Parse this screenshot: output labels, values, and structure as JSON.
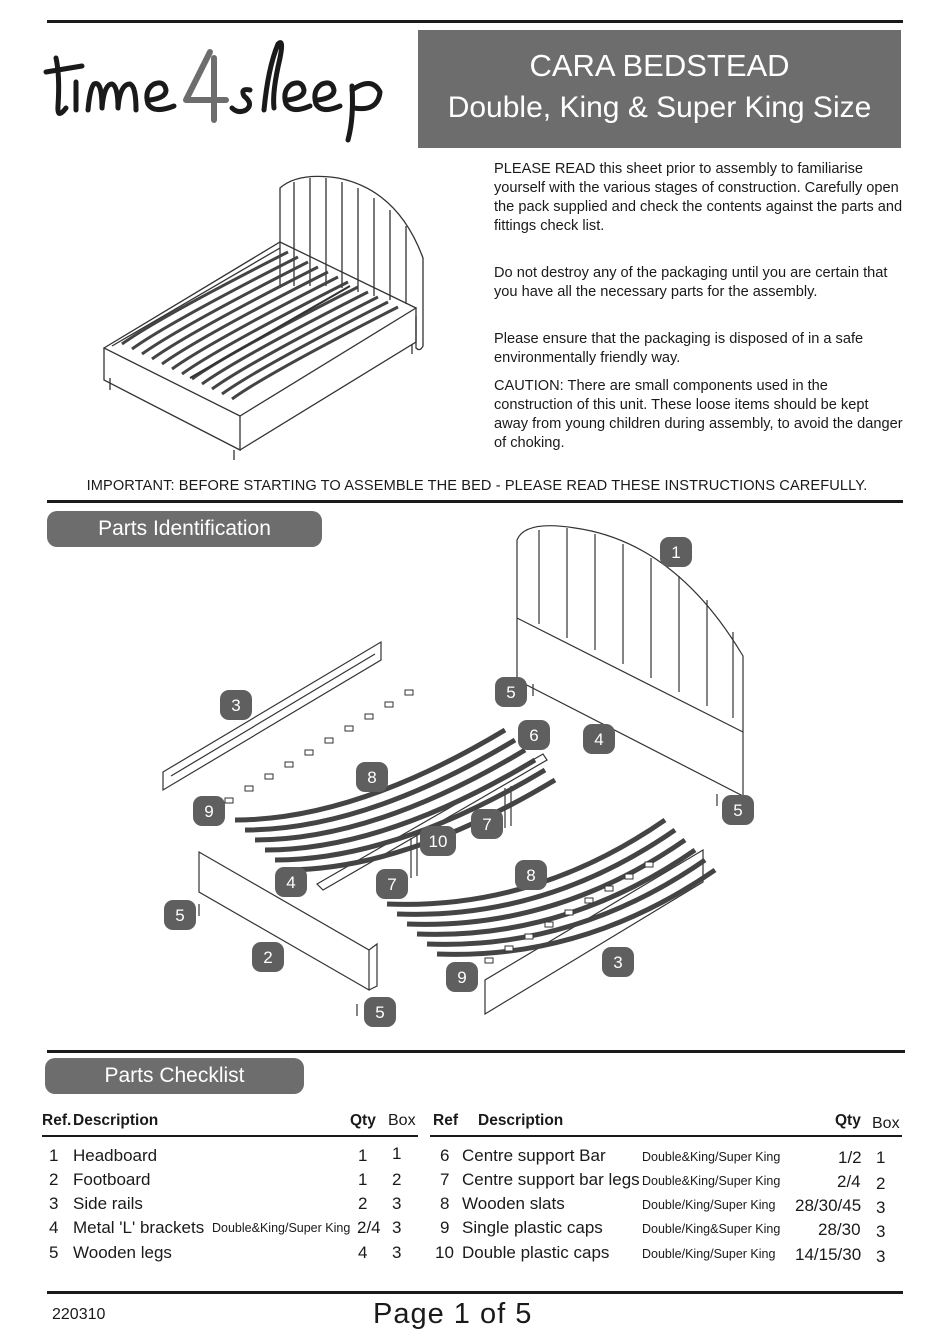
{
  "brand": {
    "logo_text": "time4sleep"
  },
  "header": {
    "title_line1": "CARA BEDSTEAD",
    "title_line2": "Double, King & Super King Size"
  },
  "intro": {
    "p1_lead": "PLEASE  READ",
    "p1_rest": " this sheet prior to assembly to familiarise yourself with the various stages of construction. Carefully open the pack supplied and check the contents against the parts and fittings check list.",
    "p2": "Do not destroy any of the packaging until you are certain that you have all the necessary parts for the assembly.",
    "p3": "Please ensure that the packaging is disposed of in a safe environmentally friendly way.",
    "p4_lead": "CAUTION:",
    "p4_rest": "  There are small components used in the construction of this unit. These loose items should be kept away from young children during assembly, to avoid the danger of choking."
  },
  "important": "IMPORTANT: BEFORE STARTING TO ASSEMBLE THE BED - PLEASE READ THESE INSTRUCTIONS CAREFULLY.",
  "sections": {
    "parts_identification": "Parts Identification",
    "parts_checklist": "Parts Checklist"
  },
  "diagram_labels": [
    "1",
    "2",
    "3",
    "3",
    "4",
    "4",
    "5",
    "5",
    "5",
    "5",
    "6",
    "7",
    "7",
    "8",
    "8",
    "9",
    "9",
    "10"
  ],
  "checklist": {
    "left_headers": {
      "ref": "Ref.",
      "desc": "Description",
      "qty": "Qty",
      "box": "Box"
    },
    "right_headers": {
      "ref": "Ref",
      "desc": "Description",
      "qty": "Qty",
      "box": "Box"
    },
    "left_rows": [
      {
        "ref": "1",
        "desc": "Headboard",
        "note": "",
        "qty": "1",
        "box": "1"
      },
      {
        "ref": "2",
        "desc": "Footboard",
        "note": "",
        "qty": "1",
        "box": "2"
      },
      {
        "ref": "3",
        "desc": "Side rails",
        "note": "",
        "qty": "2",
        "box": "3"
      },
      {
        "ref": "4",
        "desc": "Metal 'L' brackets",
        "note": "Double&King/Super King",
        "qty": "2/4",
        "box": "3"
      },
      {
        "ref": "5",
        "desc": "Wooden legs",
        "note": "",
        "qty": "4",
        "box": "3"
      }
    ],
    "right_rows": [
      {
        "ref": "6",
        "desc": "Centre support Bar",
        "note": "Double&King/Super King",
        "qty": "1/2",
        "box": "1"
      },
      {
        "ref": "7",
        "desc": "Centre support bar legs",
        "note": "Double&King/Super King",
        "qty": "2/4",
        "box": "2"
      },
      {
        "ref": "8",
        "desc": "Wooden slats",
        "note": "Double/King/Super King",
        "qty": "28/30/45",
        "box": "3"
      },
      {
        "ref": "9",
        "desc": "Single plastic caps",
        "note": "Double/King&Super King",
        "qty": "28/30",
        "box": "3"
      },
      {
        "ref": "10",
        "desc": "Double plastic caps",
        "note": "Double/King/Super King",
        "qty": "14/15/30",
        "box": "3"
      }
    ]
  },
  "footer": {
    "code": "220310",
    "page": "Page  1  of  5"
  }
}
